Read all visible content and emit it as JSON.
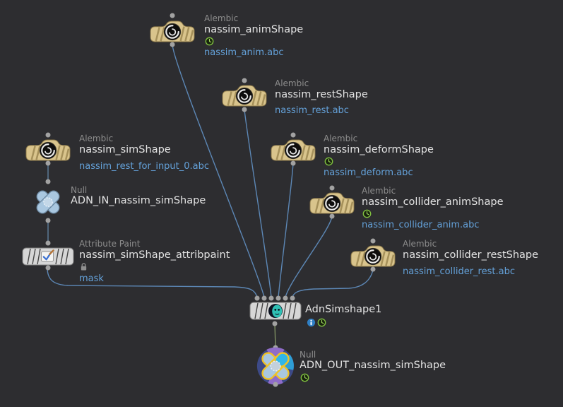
{
  "app": "node-network-editor",
  "colors": {
    "background": "#2d2d30",
    "wire": "#5c87b5",
    "output_wire": "#7e8f62",
    "alembic_node": "#d9c48c",
    "null_node": "#a9c7e0",
    "gray_node": "#d6d6d6",
    "selected_outline": "#f0c224",
    "file_text": "#64a1d9",
    "badge_green": "#7fbf3f",
    "badge_blue": "#2f7fc4"
  },
  "nodes": [
    {
      "id": "anim",
      "type_label": "Alembic",
      "name": "nassim_animShape",
      "file": "nassim_anim.abc",
      "badges": [
        "time-dependent-clock"
      ]
    },
    {
      "id": "rest",
      "type_label": "Alembic",
      "name": "nassim_restShape",
      "file": "nassim_rest.abc",
      "badges": []
    },
    {
      "id": "sim",
      "type_label": "Alembic",
      "name": "nassim_simShape",
      "file": "nassim_rest_for_input_0.abc",
      "badges": []
    },
    {
      "id": "deform",
      "type_label": "Alembic",
      "name": "nassim_deformShape",
      "file": "nassim_deform.abc",
      "badges": [
        "time-dependent-clock"
      ]
    },
    {
      "id": "collider_anim",
      "type_label": "Alembic",
      "name": "nassim_collider_animShape",
      "file": "nassim_collider_anim.abc",
      "badges": [
        "time-dependent-clock"
      ]
    },
    {
      "id": "collider_rest",
      "type_label": "Alembic",
      "name": "nassim_collider_restShape",
      "file": "nassim_collider_rest.abc",
      "badges": []
    },
    {
      "id": "null_in",
      "type_label": "Null",
      "name": "ADN_IN_nassim_simShape",
      "file": "",
      "badges": []
    },
    {
      "id": "attribpaint",
      "type_label": "Attribute Paint",
      "name": "nassim_simShape_attribpaint",
      "file": "",
      "badges": [
        "lock"
      ],
      "extra_label": "mask"
    },
    {
      "id": "adnsimshape",
      "type_label": "",
      "name": "AdnSimshape1",
      "file": "",
      "badges": [
        "info",
        "time-dependent-clock"
      ]
    },
    {
      "id": "null_out",
      "type_label": "Null",
      "name": "ADN_OUT_nassim_simShape",
      "file": "",
      "badges": [
        "time-dependent-clock"
      ],
      "flags": [
        "display",
        "selected"
      ]
    }
  ],
  "edges": [
    {
      "from": "nassim_animShape",
      "to": "AdnSimshape1",
      "to_input": 2
    },
    {
      "from": "nassim_restShape",
      "to": "AdnSimshape1",
      "to_input": 3
    },
    {
      "from": "nassim_simShape",
      "to": "ADN_IN_nassim_simShape",
      "to_input": 1
    },
    {
      "from": "ADN_IN_nassim_simShape",
      "to": "nassim_simShape_attribpaint",
      "to_input": 1
    },
    {
      "from": "nassim_simShape_attribpaint",
      "to": "AdnSimshape1",
      "to_input": 1
    },
    {
      "from": "nassim_deformShape",
      "to": "AdnSimshape1",
      "to_input": 4
    },
    {
      "from": "nassim_collider_animShape",
      "to": "AdnSimshape1",
      "to_input": 5
    },
    {
      "from": "nassim_collider_restShape",
      "to": "AdnSimshape1",
      "to_input": 6
    },
    {
      "from": "AdnSimshape1",
      "to": "ADN_OUT_nassim_simShape",
      "to_input": 1
    }
  ]
}
